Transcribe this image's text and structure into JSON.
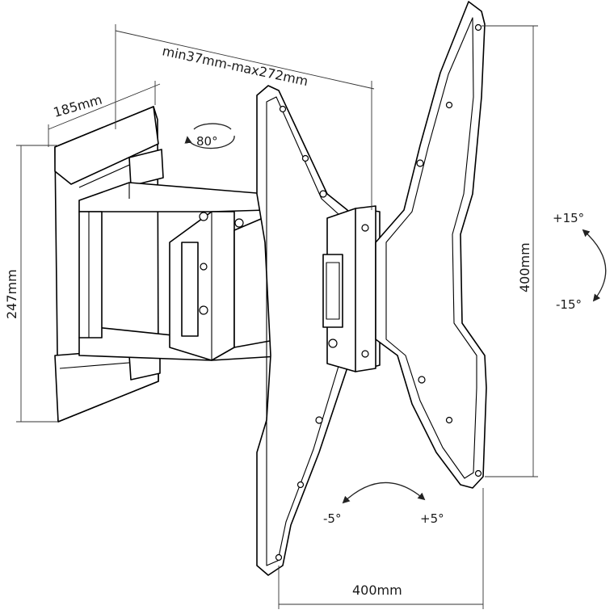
{
  "dimensions": {
    "depth_range": "min37mm-max272mm",
    "wall_plate_width": "185mm",
    "wall_plate_height": "247mm",
    "vesa_height": "400mm",
    "vesa_width": "400mm"
  },
  "rotation": {
    "swivel": "80°",
    "tilt_up": "+15°",
    "tilt_down": "-15°",
    "level_left": "-5°",
    "level_right": "+5°"
  },
  "colors": {
    "line": "#000000",
    "background": "#ffffff"
  }
}
